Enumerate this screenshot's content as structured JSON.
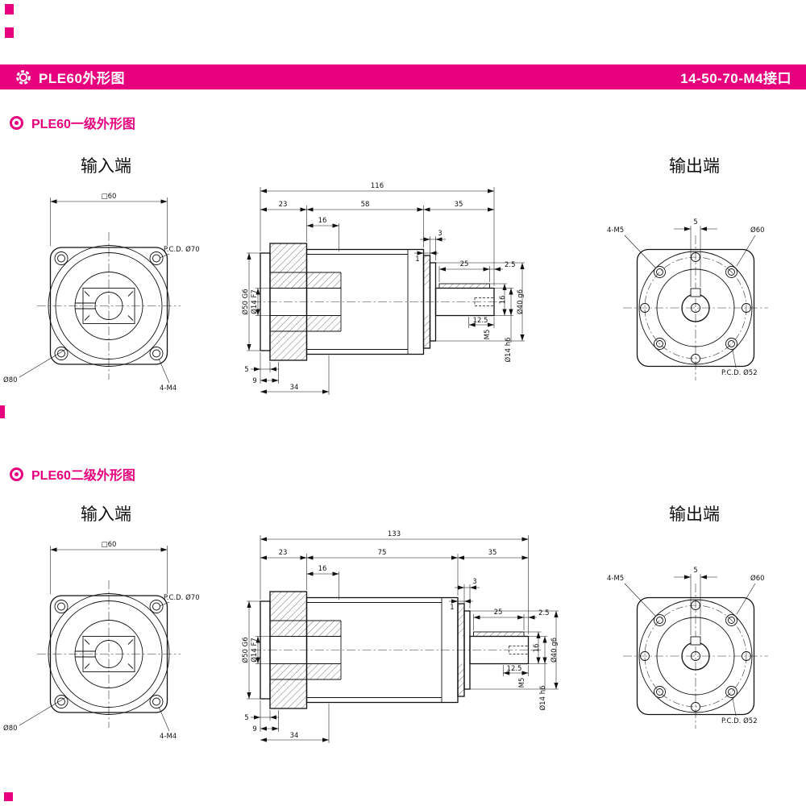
{
  "page": {
    "accent": "#e6007d",
    "background": "#ffffff"
  },
  "header": {
    "title": "PLE60外形图",
    "interface_label": "14-50-70-M4接口"
  },
  "sections": [
    {
      "heading": "PLE60一级外形图",
      "input_end_label": "输入端",
      "output_end_label": "输出端",
      "front": {
        "square": "□60",
        "pcd": "P.C.D. Ø70",
        "flange": "Ø80",
        "taps": "4-M4"
      },
      "side": {
        "total": "116",
        "flange_depth": "23",
        "body_len": "58",
        "output_len": "35",
        "inset": "16",
        "step3": "3",
        "step1": "1",
        "key_len": "25",
        "key_end_gap": "2.5",
        "tap_depth": "12.5",
        "end_tap": "M5",
        "key_height": "16",
        "output_pilot": "Ø40 g6",
        "shaft_dia": "Ø14 h6",
        "input_pilot": "Ø50 G6",
        "input_bore": "Ø14 F7",
        "pilot_depth": "5",
        "step9": "9",
        "hub_len": "34"
      },
      "output": {
        "taps": "4-M5",
        "key_width": "5",
        "flange": "Ø60",
        "pcd": "P.C.D. Ø52"
      }
    },
    {
      "heading": "PLE60二级外形图",
      "input_end_label": "输入端",
      "output_end_label": "输出端",
      "front": {
        "square": "□60",
        "pcd": "P.C.D. Ø70",
        "flange": "Ø80",
        "taps": "4-M4"
      },
      "side": {
        "total": "133",
        "flange_depth": "23",
        "body_len": "75",
        "output_len": "35",
        "inset": "16",
        "step3": "3",
        "step1": "1",
        "key_len": "25",
        "key_end_gap": "2.5",
        "tap_depth": "12.5",
        "end_tap": "M5",
        "key_height": "16",
        "output_pilot": "Ø40 g6",
        "shaft_dia": "Ø14 h6",
        "input_pilot": "Ø50 G6",
        "input_bore": "Ø14 F7",
        "pilot_depth": "5",
        "step9": "9",
        "hub_len": "34"
      },
      "output": {
        "taps": "4-M5",
        "key_width": "5",
        "flange": "Ø60",
        "pcd": "P.C.D. Ø52"
      }
    }
  ]
}
